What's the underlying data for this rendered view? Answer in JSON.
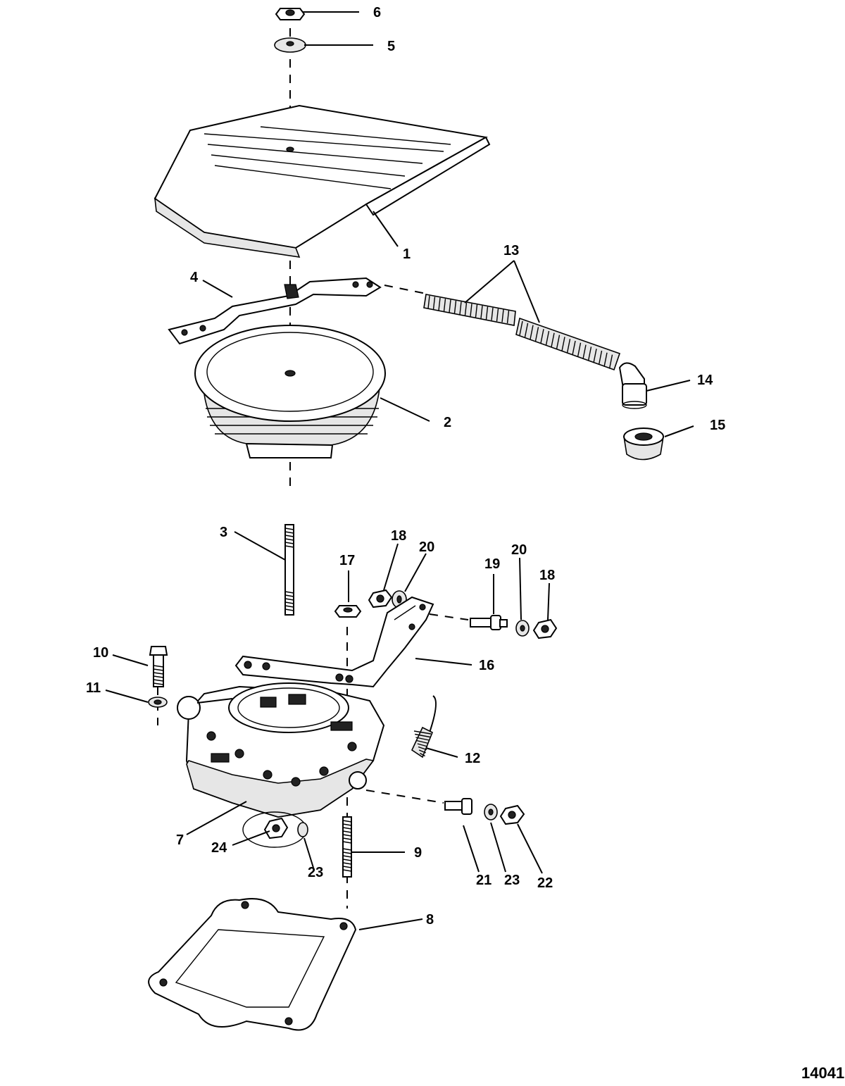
{
  "figure_number": "14041",
  "callouts": [
    {
      "id": "c1",
      "label": "1"
    },
    {
      "id": "c2",
      "label": "2"
    },
    {
      "id": "c3",
      "label": "3"
    },
    {
      "id": "c4",
      "label": "4"
    },
    {
      "id": "c5",
      "label": "5"
    },
    {
      "id": "c6",
      "label": "6"
    },
    {
      "id": "c7",
      "label": "7"
    },
    {
      "id": "c8",
      "label": "8"
    },
    {
      "id": "c9",
      "label": "9"
    },
    {
      "id": "c10",
      "label": "10"
    },
    {
      "id": "c11",
      "label": "11"
    },
    {
      "id": "c12",
      "label": "12"
    },
    {
      "id": "c13",
      "label": "13"
    },
    {
      "id": "c14",
      "label": "14"
    },
    {
      "id": "c15",
      "label": "15"
    },
    {
      "id": "c16",
      "label": "16"
    },
    {
      "id": "c17",
      "label": "17"
    },
    {
      "id": "c18a",
      "label": "18"
    },
    {
      "id": "c18b",
      "label": "18"
    },
    {
      "id": "c19",
      "label": "19"
    },
    {
      "id": "c20a",
      "label": "20"
    },
    {
      "id": "c20b",
      "label": "20"
    },
    {
      "id": "c21",
      "label": "21"
    },
    {
      "id": "c22",
      "label": "22"
    },
    {
      "id": "c23a",
      "label": "23"
    },
    {
      "id": "c23b",
      "label": "23"
    },
    {
      "id": "c24",
      "label": "24"
    }
  ]
}
